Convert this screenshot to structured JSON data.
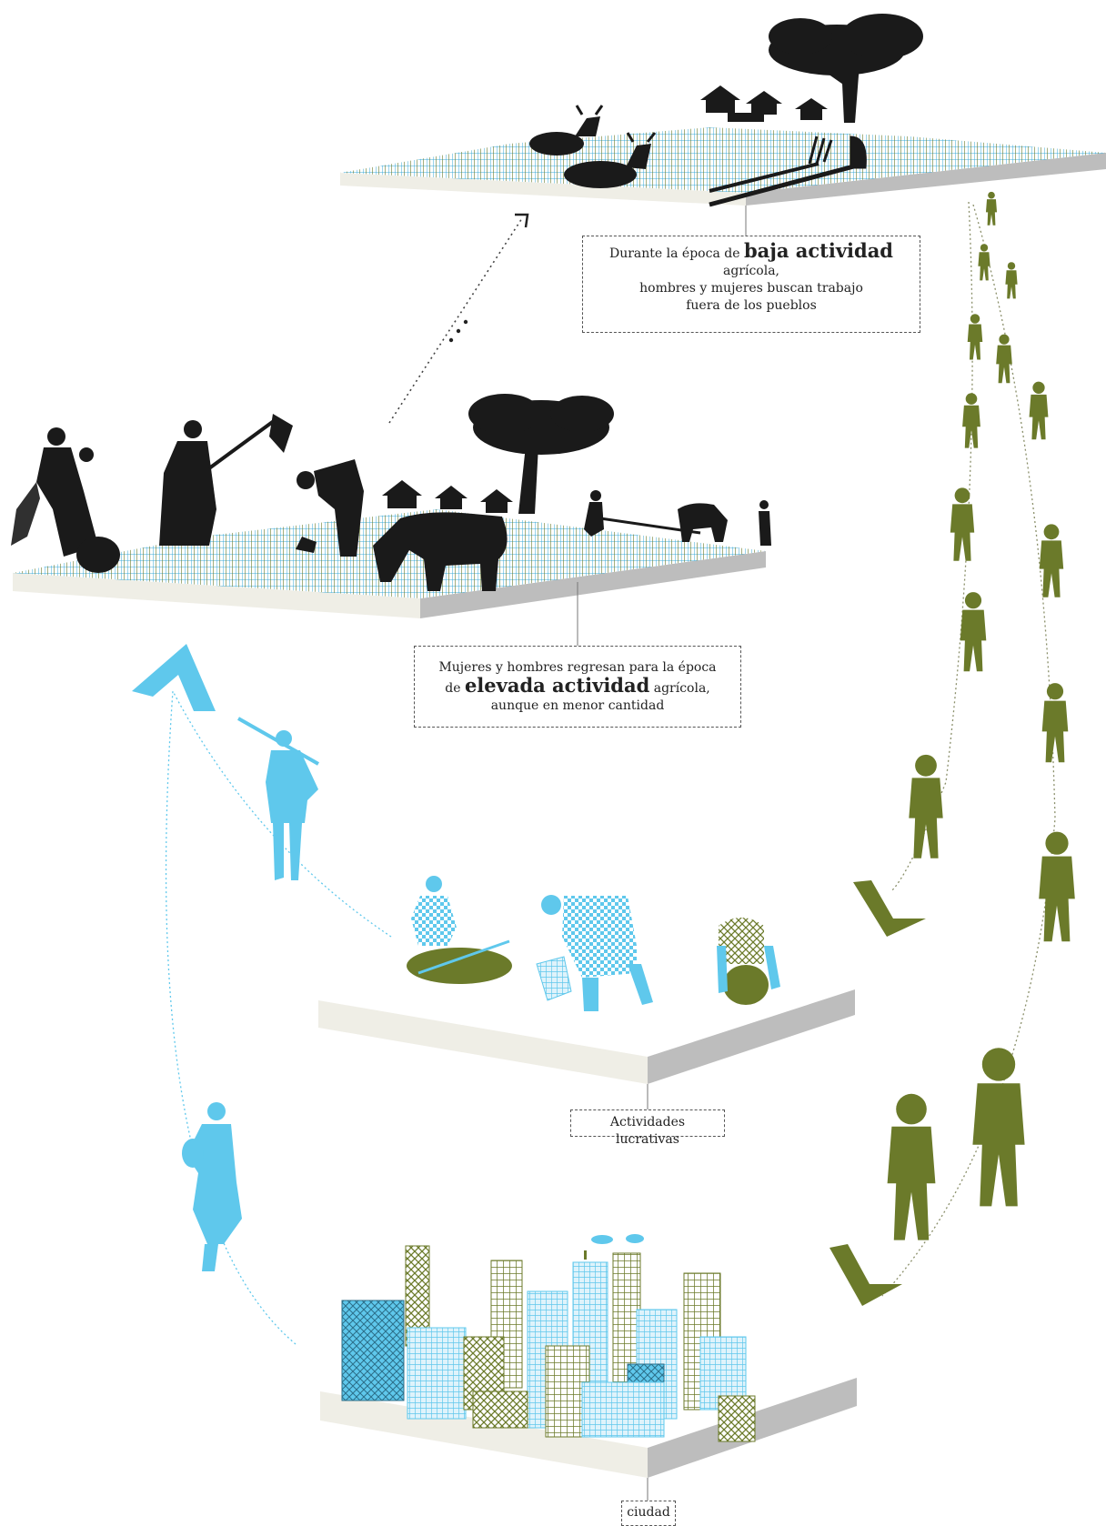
{
  "captions": {
    "top": {
      "line1_pre": "Durante la época de ",
      "line1_big": "baja actividad",
      "line1_post": " agrícola,",
      "line2": "hombres y mujeres buscan trabajo",
      "line3": "fuera de los pueblos"
    },
    "middle": {
      "line1": "Mujeres y hombres regresan para la época",
      "line2_pre": "de ",
      "line2_big": "elevada actividad",
      "line2_post": " agrícola,",
      "line3": "aunque en menor cantidad"
    },
    "lucrative": "Actividades lucrativas",
    "city": "ciudad"
  },
  "colors": {
    "silhouette": "#1a1a1a",
    "blue": "#5fc8ec",
    "olive": "#6b7a2a",
    "platform_top": "#f2f0e9",
    "platform_side": "#bcbcbc",
    "grid": "#4fb3d9"
  }
}
